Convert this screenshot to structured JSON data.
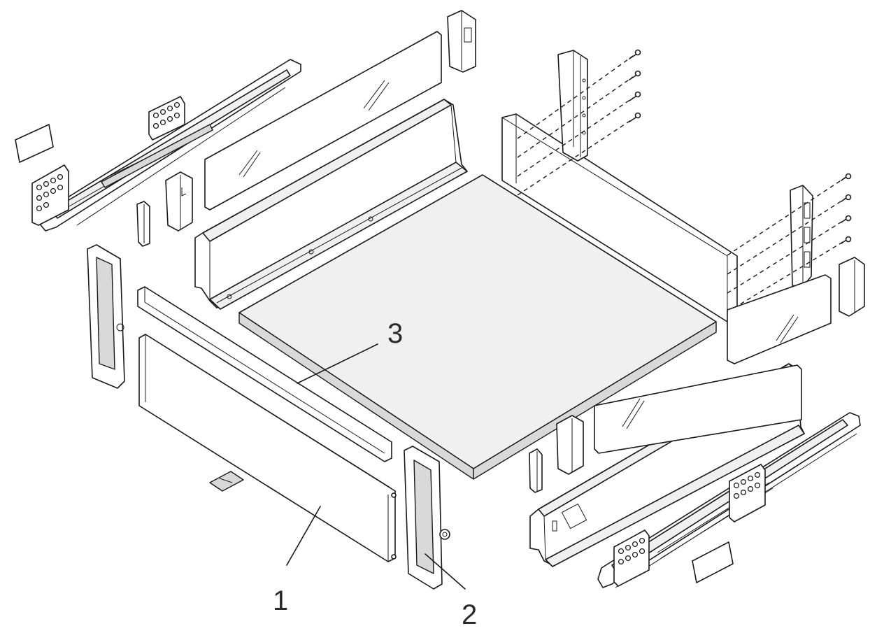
{
  "diagram": {
    "callouts": [
      {
        "id": "front-panel",
        "number": "1"
      },
      {
        "id": "front-bracket",
        "number": "2"
      },
      {
        "id": "drawer-bottom",
        "number": "3"
      }
    ]
  }
}
